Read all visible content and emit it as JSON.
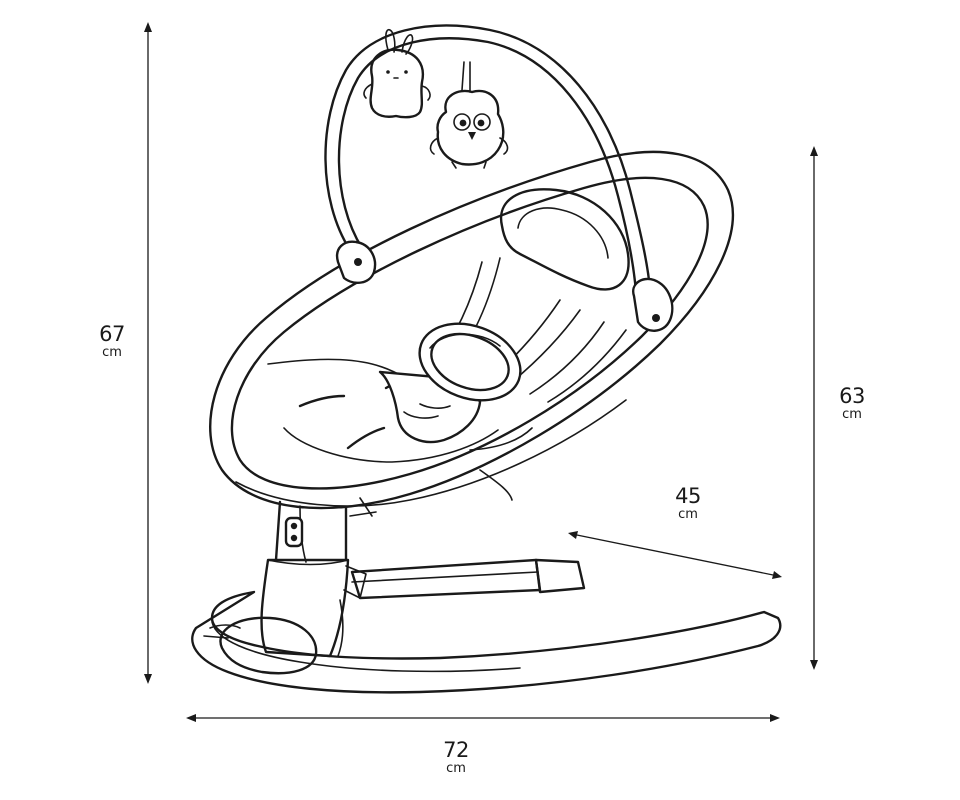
{
  "dimensions": {
    "height_total": {
      "value": "67",
      "unit": "cm"
    },
    "height_seat": {
      "value": "63",
      "unit": "cm"
    },
    "depth": {
      "value": "45",
      "unit": "cm"
    },
    "width": {
      "value": "72",
      "unit": "cm"
    }
  },
  "colors": {
    "line": "#1a1a1a",
    "background": "#ffffff"
  }
}
